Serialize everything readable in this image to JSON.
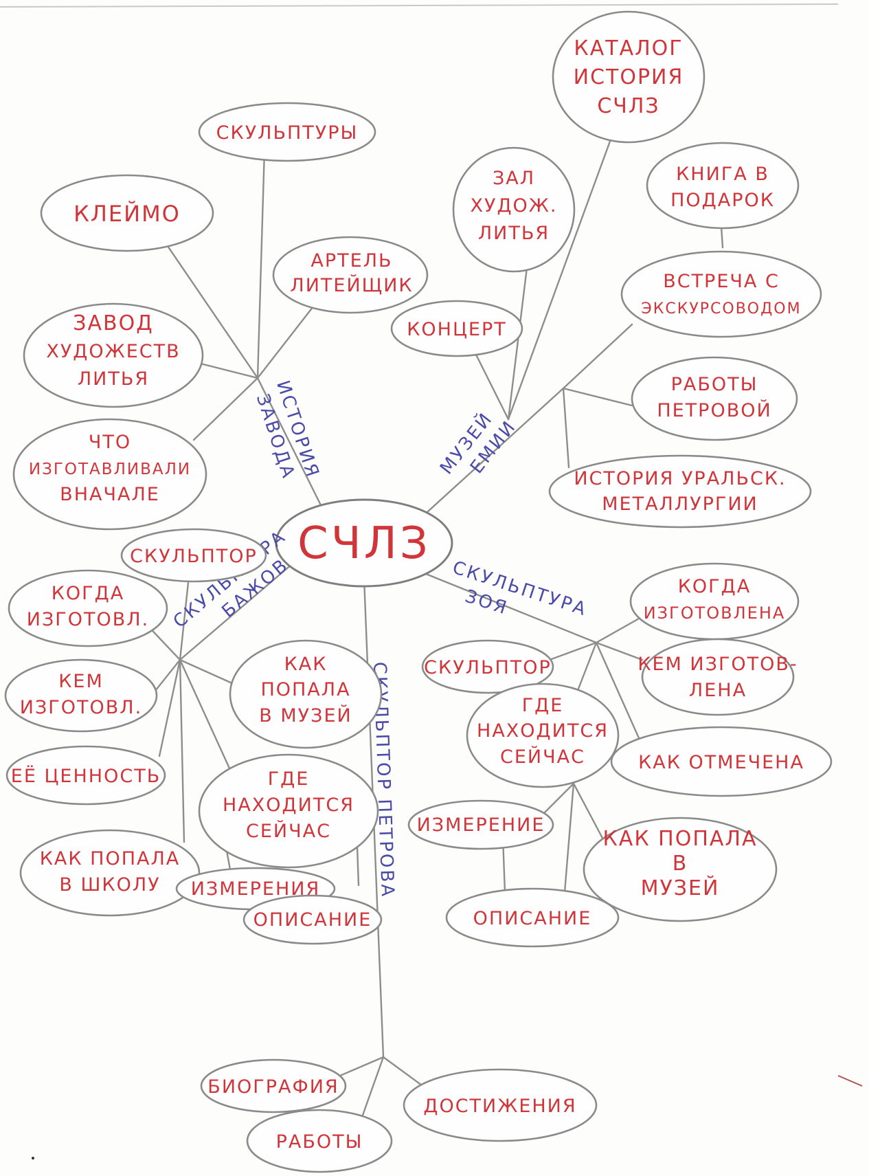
{
  "center": {
    "label": "СЧЛЗ"
  },
  "branches": {
    "history": {
      "line1": "ИСТОРИЯ",
      "line2": "ЗАВОДА"
    },
    "museum": {
      "line1": "МУЗЕЙ",
      "line2": "ЕМИИ"
    },
    "bazhov": {
      "line1": "СКУЛЬПТУРА",
      "line2": "БАЖОВ"
    },
    "zoya": {
      "line1": "СКУЛЬПТУРА",
      "line2": "ЗОЯ"
    },
    "petrova": {
      "line1": "СКУЛЬПТОР ПЕТРОВА"
    }
  },
  "nodes": {
    "skulptury": [
      "СКУЛЬПТУРЫ"
    ],
    "kleimo": [
      "КЛЕЙМО"
    ],
    "artel": [
      "АРТЕЛЬ",
      "ЛИТЕЙЩИК"
    ],
    "zavod": [
      "ЗАВОД",
      "ХУДОЖЕСТВ",
      "ЛИТЬЯ"
    ],
    "chto_izgot": [
      "ЧТО",
      "ИЗГОТАВЛИВАЛИ",
      "ВНАЧАЛЕ"
    ],
    "katalog": [
      "КАТАЛОГ",
      "ИСТОРИЯ",
      "СЧЛЗ"
    ],
    "zal": [
      "ЗАЛ",
      "ХУДОЖ.",
      "ЛИТЬЯ"
    ],
    "kniga": [
      "КНИГА В",
      "ПОДАРОК"
    ],
    "koncert": [
      "КОНЦЕРТ"
    ],
    "vstrecha": [
      "ВСТРЕЧА С",
      "ЭКСКУРСОВОДОМ"
    ],
    "raboty_petrovoi": [
      "РАБОТЫ",
      "ПЕТРОВОЙ"
    ],
    "istoriya_ural": [
      "ИСТОРИЯ УРАЛЬСК.",
      "МЕТАЛЛУРГИИ"
    ],
    "skulptor_b": [
      "СКУЛЬПТОР"
    ],
    "kogda_b": [
      "КОГДА",
      "ИЗГОТОВЛ."
    ],
    "kem_b": [
      "КЕМ",
      "ИЗГОТОВЛ."
    ],
    "kak_muzei_b": [
      "КАК",
      "ПОПАЛА",
      "В МУЗЕЙ"
    ],
    "cennost": [
      "ЕЁ ЦЕННОСТЬ"
    ],
    "gde_b": [
      "ГДЕ",
      "НАХОДИТСЯ",
      "СЕЙЧАС"
    ],
    "shkola": [
      "КАК ПОПАЛА",
      "В ШКОЛУ"
    ],
    "izmereniya_b": [
      "ИЗМЕРЕНИЯ"
    ],
    "opisanie_b": [
      "ОПИСАНИЕ"
    ],
    "kogda_z": [
      "КОГДА",
      "ИЗГОТОВЛЕНА"
    ],
    "skulptor_z": [
      "СКУЛЬПТОР"
    ],
    "kem_z": [
      "КЕМ ИЗГОТОВ-",
      "ЛЕНА"
    ],
    "gde_z": [
      "ГДЕ",
      "НАХОДИТСЯ",
      "СЕЙЧАС"
    ],
    "otmechena": [
      "КАК ОТМЕЧЕНА"
    ],
    "izmerenie_z": [
      "ИЗМЕРЕНИЕ"
    ],
    "kak_muzei_z": [
      "КАК ПОПАЛА",
      "В",
      "МУЗЕЙ"
    ],
    "opisanie_z": [
      "ОПИСАНИЕ"
    ],
    "biografiya": [
      "БИОГРАФИЯ"
    ],
    "dostizheniya": [
      "ДОСТИЖЕНИЯ"
    ],
    "raboty": [
      "РАБОТЫ"
    ]
  },
  "colors": {
    "node_text": "#d0353a",
    "branch_text": "#4a4aa8",
    "outline": "#8a8a8a",
    "paper": "#fdfdfc"
  }
}
